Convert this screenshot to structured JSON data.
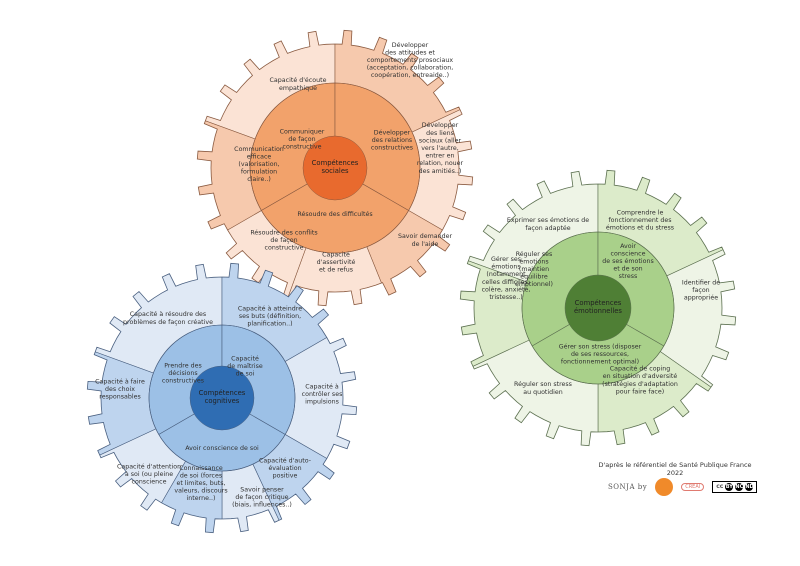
{
  "wheels": [
    {
      "id": "sociales",
      "colors": {
        "light": "#fbe3d5",
        "medium": "#f6c9ad",
        "middle": "#f2a26b",
        "inner": "#e86a2e",
        "stroke": "#8a5a40"
      },
      "center": [
        "Compétences",
        "sociales"
      ],
      "inner": [
        [
          "Communiquer",
          "de façon",
          "constructive"
        ],
        [
          "Développer",
          "des relations",
          "constructives"
        ],
        [
          "Résoudre des difficultés"
        ]
      ],
      "outer": [
        [
          "Capacité d'écoute",
          "empathique"
        ],
        [
          "Développer",
          "des attitudes et",
          "comportements prosociaux",
          "(acceptation, collaboration,",
          "coopération, entreaide..)"
        ],
        [
          "Développer",
          "des liens",
          "sociaux (aller",
          "vers l'autre,",
          "entrer en",
          "relation, nouer",
          "des amitiés..)"
        ],
        [
          "Savoir demander",
          "de l'aide"
        ],
        [
          "Capacité",
          "d'assertivité",
          "et de refus"
        ],
        [
          "Résoudre des conflits",
          "de façon",
          "constructive"
        ],
        [
          "Communication",
          "efficace",
          "(valorisation,",
          "formulation",
          "claire..)"
        ]
      ]
    },
    {
      "id": "emotionnelles",
      "colors": {
        "light": "#eef4e6",
        "medium": "#dcebca",
        "middle": "#a9d08a",
        "inner": "#4f7f35",
        "stroke": "#5c7050"
      },
      "center": [
        "Compétences",
        "émotionnelles"
      ],
      "inner": [
        [
          "Réguler ses",
          "émotions",
          "(maintien",
          "équilibre",
          "émotionnel)"
        ],
        [
          "Avoir",
          "conscience",
          "de ses émotions",
          "et de son",
          "stress"
        ],
        [
          "Gérer son stress (disposer",
          "de ses ressources,",
          "fonctionnement optimal)"
        ]
      ],
      "outer": [
        [
          "Exprimer ses émotions de",
          "façon adaptée"
        ],
        [
          "Comprendre le",
          "fonctionnement des",
          "émotions et du stress"
        ],
        [
          "Identifier de",
          "façon",
          "appropriée"
        ],
        [
          "Capacité de coping",
          "en situation d'adversité",
          "(stratégies d'adaptation",
          "pour faire face)"
        ],
        [
          "Réguler son stress",
          "au quotidien"
        ],
        [
          "Gérer ses",
          "émotions",
          "(notamment",
          "celles difficiles:",
          "colère, anxiété,",
          "tristesse..)"
        ]
      ]
    },
    {
      "id": "cognitives",
      "colors": {
        "light": "#e0e9f5",
        "medium": "#bed4ee",
        "middle": "#9cc0e6",
        "inner": "#2f6db3",
        "stroke": "#4a6080"
      },
      "center": [
        "Compétences",
        "cognitives"
      ],
      "inner": [
        [
          "Prendre des",
          "décisions",
          "constructives"
        ],
        [
          "Capacité",
          "de maîtrise",
          "de soi"
        ],
        [
          "Avoir conscience de soi"
        ]
      ],
      "outer": [
        [
          "Capacité à résoudre des",
          "problèmes de façon créative"
        ],
        [
          "Capacité à atteindre",
          "ses buts (définition,",
          "planification..)"
        ],
        [
          "Capacité à",
          "contrôler ses",
          "impulsions"
        ],
        [
          "Capacité d'auto-",
          "évaluation",
          "positive"
        ],
        [
          "Savoir penser",
          "de façon critique",
          "(biais, influences..)"
        ],
        [
          "Connaissance",
          "de soi (forces",
          "et limites, buts,",
          "valeurs, discours",
          "interne..)"
        ],
        [
          "Capacité d'attention",
          "à soi (ou pleine",
          "conscience"
        ],
        [
          "Capacité à faire",
          "des choix",
          "responsables"
        ]
      ]
    }
  ],
  "footer": {
    "source": "D'après le référentiel de Santé Publique France 2022",
    "brand": "SONJA",
    "by": "by",
    "partner": "CREAI",
    "license": "cc",
    "license_icons": [
      "BY",
      "NC",
      "ND"
    ]
  }
}
